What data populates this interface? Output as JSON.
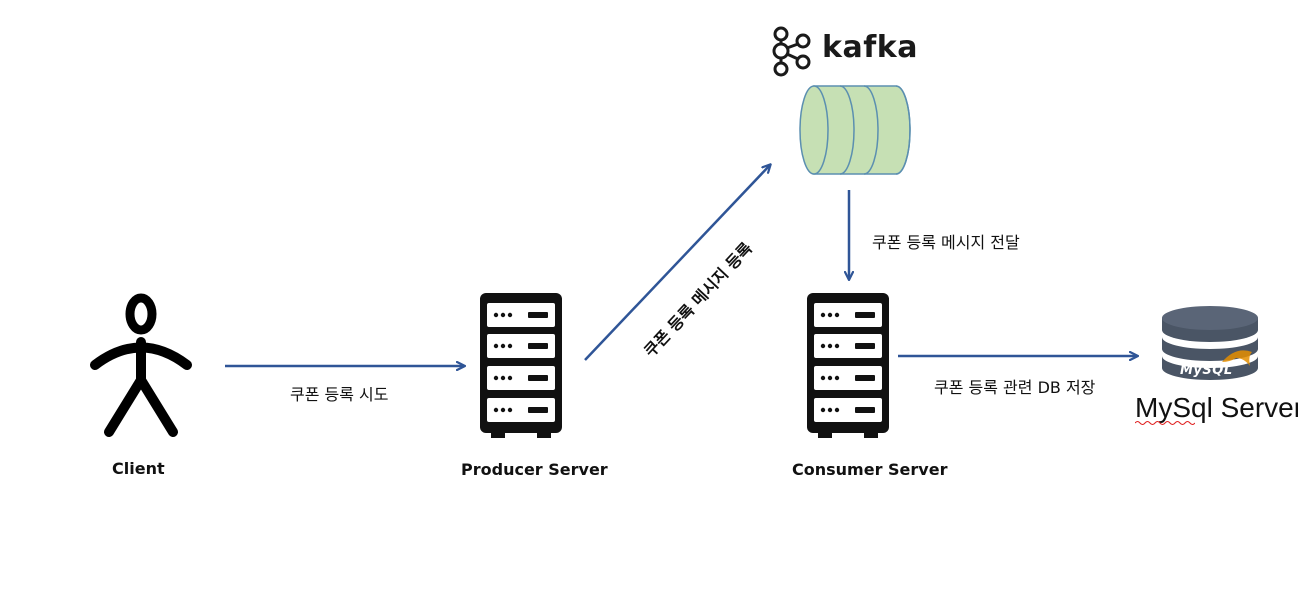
{
  "nodes": {
    "client": {
      "label": "Client"
    },
    "producer": {
      "label": "Producer Server"
    },
    "consumer": {
      "label": "Consumer Server"
    },
    "kafka": {
      "logo_text": "kafka",
      "icon": "kafka-logo-icon"
    },
    "mysql": {
      "label": "MySql Server",
      "logo_text": "MySQL",
      "icon": "database-icon"
    }
  },
  "edges": {
    "client_to_producer": "쿠폰 등록 시도",
    "producer_to_kafka": "쿠폰 등록 메시지 등록",
    "kafka_to_consumer": "쿠폰 등록 메시지 전달",
    "consumer_to_mysql": "쿠폰 등록 관련 DB 저장"
  },
  "colors": {
    "arrow": "#2f5597",
    "server": "#111111",
    "kafka_cylinder_fill": "#c6e0b4",
    "kafka_cylinder_stroke": "#5b8fb0",
    "db": "#4a5565"
  }
}
